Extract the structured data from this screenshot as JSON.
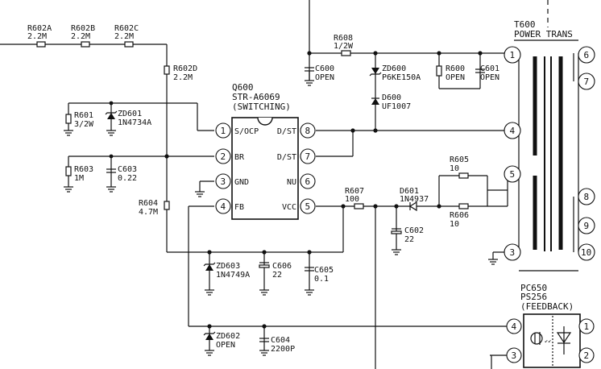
{
  "components": {
    "r602a": {
      "ref": "R602A",
      "value": "2.2M"
    },
    "r602b": {
      "ref": "R602B",
      "value": "2.2M"
    },
    "r602c": {
      "ref": "R602C",
      "value": "2.2M"
    },
    "r602d": {
      "ref": "R602D",
      "value": "2.2M"
    },
    "r601": {
      "ref": "R601",
      "value": "3/2W"
    },
    "zd601": {
      "ref": "ZD601",
      "value": "1N4734A"
    },
    "r603": {
      "ref": "R603",
      "value": "1M"
    },
    "c603": {
      "ref": "C603",
      "value": "0.22"
    },
    "r604": {
      "ref": "R604",
      "value": "4.7M"
    },
    "r608": {
      "ref": "R608",
      "value": "1/2W"
    },
    "c600": {
      "ref": "C600",
      "value": "OPEN"
    },
    "zd600": {
      "ref": "ZD600",
      "value": "P6KE150A"
    },
    "d600": {
      "ref": "D600",
      "value": "UF1007"
    },
    "r600": {
      "ref": "R600",
      "value": "OPEN"
    },
    "c601": {
      "ref": "C601",
      "value": "OPEN"
    },
    "r605": {
      "ref": "R605",
      "value": "10"
    },
    "r606": {
      "ref": "R606",
      "value": "10"
    },
    "r607": {
      "ref": "R607",
      "value": "100"
    },
    "d601": {
      "ref": "D601",
      "value": "1N4937"
    },
    "c602": {
      "ref": "C602",
      "value": "22"
    },
    "zd603": {
      "ref": "ZD603",
      "value": "1N4749A"
    },
    "c606": {
      "ref": "C606",
      "value": "22"
    },
    "c605": {
      "ref": "C605",
      "value": "0.1"
    },
    "zd602": {
      "ref": "ZD602",
      "value": "OPEN"
    },
    "c604": {
      "ref": "C604",
      "value": "2200P"
    }
  },
  "ic": {
    "ref": "Q600",
    "part": "STR-A6069",
    "function": "(SWITCHING)",
    "pins_left": [
      {
        "num": "1",
        "name": "S/OCP"
      },
      {
        "num": "2",
        "name": "BR"
      },
      {
        "num": "3",
        "name": "GND"
      },
      {
        "num": "4",
        "name": "FB"
      }
    ],
    "pins_right": [
      {
        "num": "8",
        "name": "D/ST"
      },
      {
        "num": "7",
        "name": "D/ST"
      },
      {
        "num": "6",
        "name": "NU"
      },
      {
        "num": "5",
        "name": "VCC"
      }
    ]
  },
  "transformer": {
    "ref": "T600",
    "label": "POWER TRANS",
    "pins_primary": [
      "1",
      "4",
      "5",
      "3"
    ],
    "pins_secondary": [
      "6",
      "7",
      "8",
      "9",
      "10"
    ]
  },
  "optocoupler": {
    "ref": "PC650",
    "part": "PS256",
    "function": "(FEEDBACK)",
    "pins": [
      "4",
      "3",
      "1",
      "2"
    ]
  }
}
